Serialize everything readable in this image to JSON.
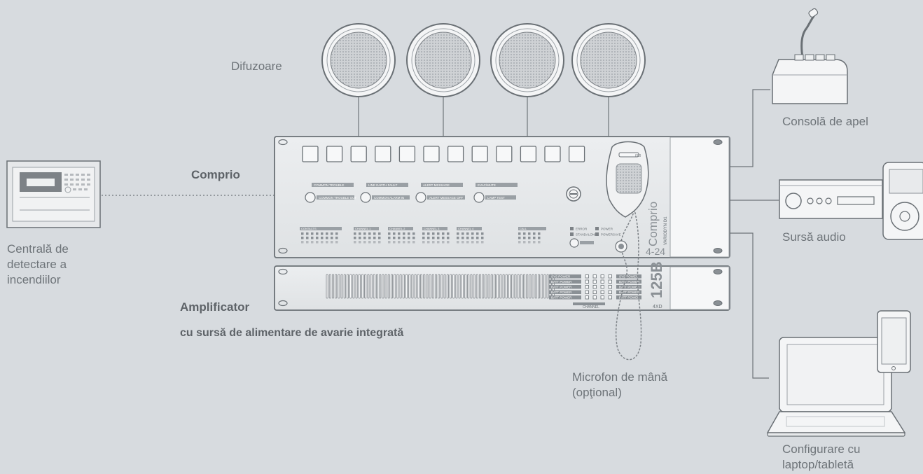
{
  "labels": {
    "speakers": "Difuzoare",
    "comprio": "Comprio",
    "fire_panel": "Centrală de\ndetectare a\nincendiilor",
    "amplifier": "Amplificator",
    "amplifier_sub": "cu sursă de alimentare de avarie integrată",
    "call_console": "Consolă de apel",
    "audio_source": "Sursă audio",
    "handheld_mic": "Microfon de mână\n(opţional)",
    "config": "Configurare cu\nlaptop/tabletă"
  },
  "comprio_panel": {
    "indicators_row1": [
      "COMMON TROUBLE",
      "LINE EARTH FAULT",
      "ALERT MESSAGE",
      "EVAC/MUTE"
    ],
    "buttons_row1": [
      "COMMON TROUBLE OUT",
      "COMMON ALARM IN",
      "ALERT MESSAGE OFF",
      "LAMP TEST"
    ],
    "groups_bottom": [
      "CONTACTS",
      "CHANNEL 1",
      "CHANNEL 2",
      "CHANNEL 3",
      "CHANNEL 4",
      "CALL"
    ],
    "status_labels": [
      "ERROR",
      "POWER",
      "STANDALONE",
      "POWERSAVE"
    ],
    "logo_name": "Comprio",
    "logo_sub": "VARIODYN D1",
    "logo_model": "4-24"
  },
  "amp_panel": {
    "rows": [
      "SYS POWER",
      "BATT POWER",
      "BATT POWER",
      "BATT POWER",
      "BATT POWER"
    ],
    "channel_label": "CHANNEL",
    "model": "125B",
    "model_sub": "4XD"
  },
  "colors": {
    "background": "#d7dbdf",
    "device_face": "#e4e6e8",
    "device_stroke": "#7d8287",
    "line": "#6e7479"
  }
}
